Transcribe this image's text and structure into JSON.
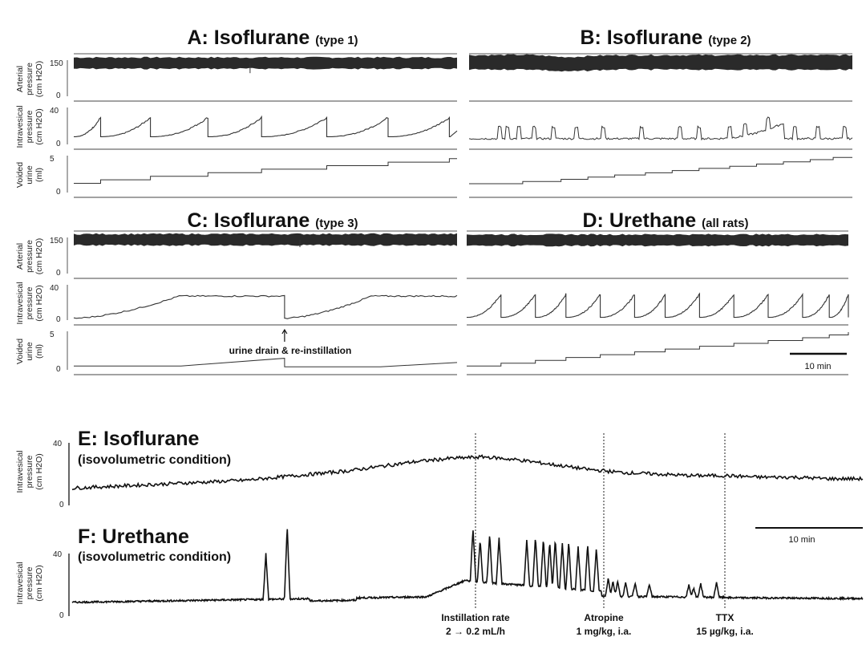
{
  "chart_data": {
    "type": "line",
    "panels": [
      {
        "id": "A",
        "title": "A: Isoflurane",
        "title_suffix": "(type 1)",
        "rows": [
          {
            "ylabel": [
              "Arterial",
              "pressure",
              "(cm H2O)"
            ],
            "ticks": [
              "150",
              "0"
            ],
            "ylim": [
              0,
              150
            ],
            "level": 132,
            "spikes": [
              {
                "t": 0.46,
                "depth": 40
              }
            ]
          },
          {
            "ylabel": [
              "Intravesical",
              "pressure",
              "(cm H2O)"
            ],
            "ticks": [
              "40",
              "0"
            ],
            "ylim": [
              0,
              40
            ],
            "pattern": "sawtooth",
            "events": [
              0.07,
              0.2,
              0.35,
              0.49,
              0.66,
              0.82,
              0.98
            ],
            "floor": 8,
            "peak": 28
          },
          {
            "ylabel": [
              "Voided",
              "urine",
              "(ml)"
            ],
            "ticks": [
              "5",
              "0"
            ],
            "ylim": [
              0,
              10
            ],
            "pattern": "steps",
            "steps": [
              0.07,
              0.2,
              0.35,
              0.49,
              0.66,
              0.82,
              0.98
            ],
            "start": 2.5,
            "end": 9.2
          }
        ]
      },
      {
        "id": "B",
        "title": "B: Isoflurane",
        "title_suffix": "(type 2)",
        "rows": [
          {
            "ylabel": [],
            "ticks": [],
            "ylim": [
              0,
              150
            ],
            "level": 135,
            "spikes": []
          },
          {
            "ylabel": [],
            "ticks": [],
            "ylim": [
              0,
              40
            ],
            "pattern": "spiky",
            "spikes": [
              0.08,
              0.1,
              0.13,
              0.17,
              0.22,
              0.28,
              0.35,
              0.45,
              0.55,
              0.6,
              0.68,
              0.72,
              0.78,
              0.85,
              0.91,
              0.98
            ],
            "big": [
              {
                "t": 0.82,
                "peak": 22
              }
            ],
            "floor": 6
          },
          {
            "ylabel": [],
            "ticks": [],
            "ylim": [
              0,
              10
            ],
            "pattern": "steps",
            "steps": [
              0.14,
              0.24,
              0.31,
              0.38,
              0.46,
              0.53,
              0.6,
              0.68,
              0.75,
              0.82,
              0.89,
              0.95
            ],
            "start": 2.4,
            "end": 9.5
          }
        ]
      },
      {
        "id": "C",
        "title": "C: Isoflurane",
        "title_suffix": "(type 3)",
        "rows": [
          {
            "ylabel": [
              "Arterial",
              "pressure",
              "(cm H2O)"
            ],
            "ticks": [
              "150",
              "0"
            ],
            "ylim": [
              0,
              150
            ],
            "level": 135,
            "spikes": [
              {
                "t": 0.59,
                "depth": 30
              }
            ]
          },
          {
            "ylabel": [
              "Intravesical",
              "pressure",
              "(cm H2O)"
            ],
            "ticks": [
              "40",
              "0"
            ],
            "ylim": [
              0,
              40
            ],
            "pattern": "ramp",
            "events": [
              0.55
            ],
            "floor": 2,
            "plateau": 26
          },
          {
            "ylabel": [
              "Voided",
              "urine",
              "(ml)"
            ],
            "ticks": [
              "5",
              "0"
            ],
            "ylim": [
              0,
              10
            ],
            "pattern": "ramp-steps",
            "start": 1,
            "end": 3
          }
        ],
        "annotation": "urine drain & re-instillation"
      },
      {
        "id": "D",
        "title": "D: Urethane",
        "title_suffix": "(all rats)",
        "rows": [
          {
            "ylabel": [],
            "ticks": [],
            "ylim": [
              0,
              150
            ],
            "level": 133,
            "spikes": []
          },
          {
            "ylabel": [],
            "ticks": [],
            "ylim": [
              0,
              40
            ],
            "pattern": "sawtooth",
            "events": [
              0.09,
              0.18,
              0.26,
              0.35,
              0.44,
              0.52,
              0.61,
              0.7,
              0.79,
              0.88,
              0.95,
              1.0
            ],
            "floor": 3,
            "peak": 28
          },
          {
            "ylabel": [],
            "ticks": [],
            "ylim": [
              0,
              10
            ],
            "pattern": "steps",
            "steps": [
              0.09,
              0.18,
              0.26,
              0.35,
              0.44,
              0.52,
              0.61,
              0.7,
              0.79,
              0.88,
              0.95,
              1.0
            ],
            "start": 1,
            "end": 9.8
          }
        ],
        "scale_label": "10 min"
      },
      {
        "id": "E",
        "title": "E: Isoflurane",
        "subtitle": "(isovolumetric condition)",
        "ylabel": [
          "Intravesical",
          "pressure",
          "(cm H2O)"
        ],
        "ticks": [
          "40",
          "0"
        ],
        "ylim": [
          0,
          40
        ],
        "pattern": "slow-wave",
        "values": [
          10,
          11,
          12,
          13,
          14,
          15,
          17,
          19,
          21,
          24,
          27,
          29,
          30,
          28,
          25,
          22,
          20,
          19,
          18,
          18,
          17,
          17,
          16,
          16
        ]
      },
      {
        "id": "F",
        "title": "F: Urethane",
        "subtitle": "(isovolumetric condition)",
        "ylabel": [
          "Intravesical",
          "pressure",
          "(cm H2O)"
        ],
        "ticks": [
          "40",
          "0"
        ],
        "ylim": [
          0,
          40
        ],
        "pattern": "contractions",
        "scale_label": "10 min",
        "events": [
          {
            "label": [
              "Instillation rate",
              "2 → 0.2 mL/h"
            ]
          },
          {
            "label": [
              "Atropine",
              "1 mg/kg, i.a."
            ]
          },
          {
            "label": [
              "TTX",
              "15 µg/kg, i.a."
            ]
          }
        ]
      }
    ]
  }
}
